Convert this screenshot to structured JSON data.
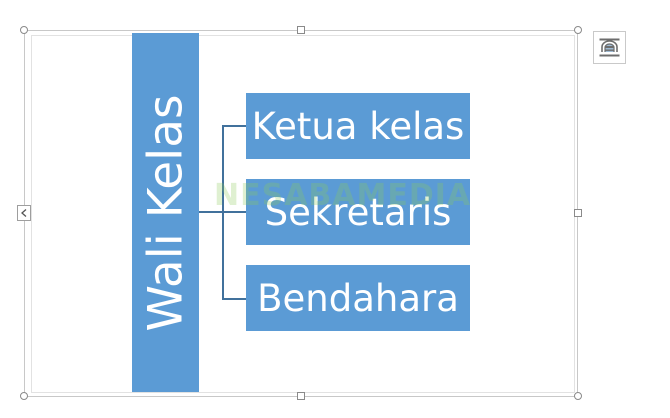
{
  "smartart": {
    "root_label": "Wali Kelas",
    "children": [
      {
        "label": "Ketua kelas"
      },
      {
        "label": "Sekretaris"
      },
      {
        "label": "Bendahara"
      }
    ]
  },
  "watermark": "NESABAMEDIA",
  "colors": {
    "shape_fill": "#5b9bd5",
    "connector": "#41719c",
    "shape_text": "#ffffff"
  },
  "icons": {
    "layout_options": "layout-options-icon",
    "text_pane_toggle": "chevron-left-icon"
  }
}
